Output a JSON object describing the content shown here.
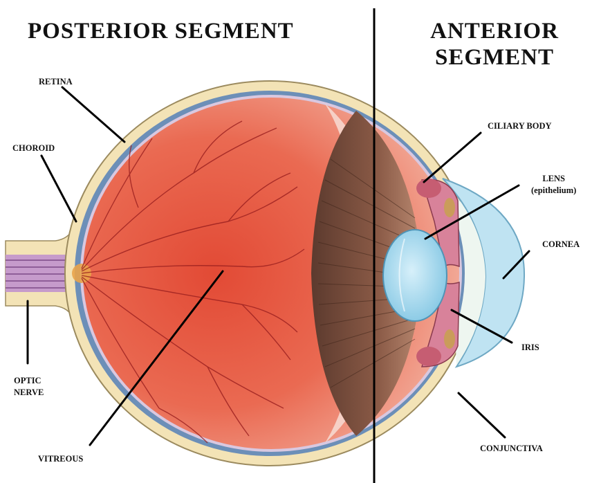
{
  "titles": {
    "posterior": "POSTERIOR SEGMENT",
    "anterior_line1": "ANTERIOR",
    "anterior_line2": "SEGMENT"
  },
  "labels": {
    "retina": "RETINA",
    "choroid": "CHOROID",
    "optic_nerve_line1": "OPTIC",
    "optic_nerve_line2": "NERVE",
    "vitreous": "VITREOUS",
    "ciliary_body": "CILIARY BODY",
    "lens_line1": "LENS",
    "lens_line2": "(epithelium)",
    "cornea": "CORNEA",
    "iris": "IRIS",
    "conjunctiva": "CONJUNCTIVA"
  },
  "colors": {
    "sclera": "#f3e3b6",
    "vitreous": "#e8664f",
    "vitreous_light": "#f4a896",
    "choroid": "#6c8fb8",
    "ciliary": "#7a4a3a",
    "lens": "#a9d9ee",
    "cornea": "#bfe3f2",
    "iris": "#d8829a",
    "optic_nerve": "#b98bbf",
    "vessel": "#9a1f1f",
    "divider": "#000000"
  }
}
